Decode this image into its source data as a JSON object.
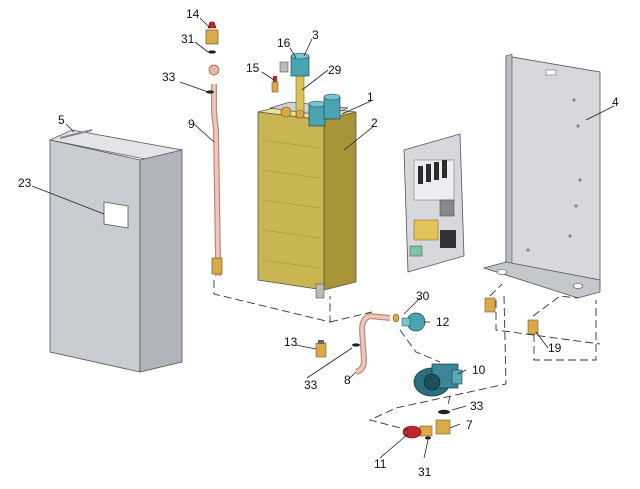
{
  "diagram": {
    "callouts": [
      {
        "id": "c14",
        "text": "14"
      },
      {
        "id": "c31a",
        "text": "31"
      },
      {
        "id": "c33a",
        "text": "33"
      },
      {
        "id": "c16",
        "text": "16"
      },
      {
        "id": "c3",
        "text": "3"
      },
      {
        "id": "c15",
        "text": "15"
      },
      {
        "id": "c29",
        "text": "29"
      },
      {
        "id": "c1",
        "text": "1"
      },
      {
        "id": "c2",
        "text": "2"
      },
      {
        "id": "c4",
        "text": "4"
      },
      {
        "id": "c5",
        "text": "5"
      },
      {
        "id": "c9",
        "text": "9"
      },
      {
        "id": "c23",
        "text": "23"
      },
      {
        "id": "c30",
        "text": "30"
      },
      {
        "id": "c12",
        "text": "12"
      },
      {
        "id": "c13",
        "text": "13"
      },
      {
        "id": "c19",
        "text": "19"
      },
      {
        "id": "c10",
        "text": "10"
      },
      {
        "id": "c33b",
        "text": "33"
      },
      {
        "id": "c8",
        "text": "8"
      },
      {
        "id": "c33c",
        "text": "33"
      },
      {
        "id": "c7",
        "text": "7"
      },
      {
        "id": "c11",
        "text": "11"
      },
      {
        "id": "c31b",
        "text": "31"
      }
    ],
    "colors": {
      "cover": "#c9ccd1",
      "cover_side": "#b7bbc1",
      "tank": "#c9b652",
      "pipe": "#e7b7a6",
      "brass": "#d9a94a",
      "pump": "#2b6f7e",
      "heater_head": "#4aa3b0",
      "back_plate": "#d6d8dc",
      "red": "#c0262b"
    }
  }
}
